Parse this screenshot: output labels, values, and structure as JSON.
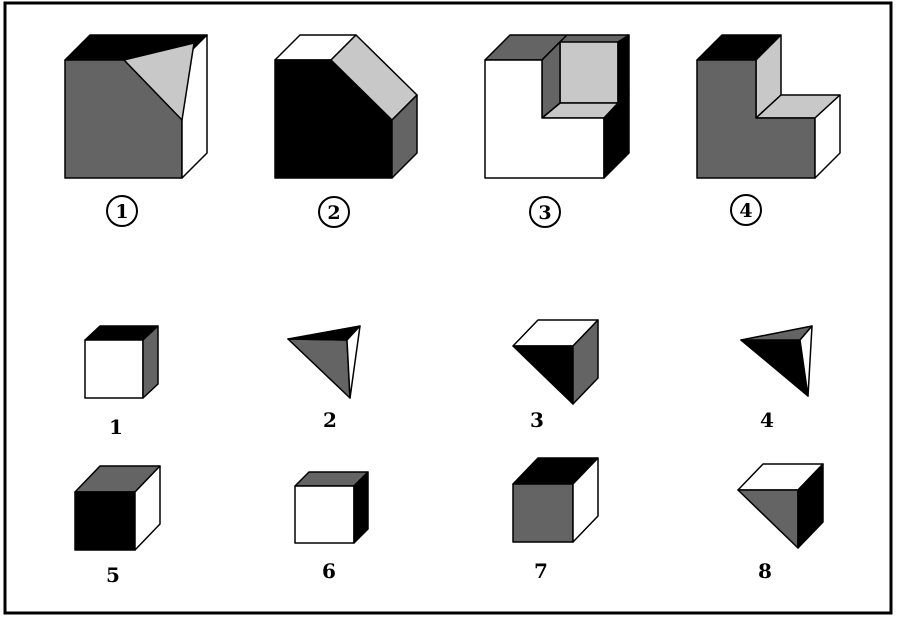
{
  "colors": {
    "frame": "#000000",
    "black": "#000000",
    "dark_gray": "#646464",
    "light_gray": "#c8c8c8",
    "white": "#ffffff"
  },
  "top_figures": [
    {
      "label": "1",
      "fill_colors": [
        "black",
        "dark_gray",
        "light_gray",
        "white"
      ]
    },
    {
      "label": "2",
      "fill_colors": [
        "white",
        "black",
        "light_gray",
        "dark_gray"
      ]
    },
    {
      "label": "3",
      "fill_colors": [
        "dark_gray",
        "white",
        "light_gray",
        "black"
      ]
    },
    {
      "label": "4",
      "fill_colors": [
        "black",
        "dark_gray",
        "light_gray",
        "white"
      ]
    }
  ],
  "pieces": [
    {
      "label": "1",
      "shape": "cube",
      "top": "black",
      "front": "white",
      "side": "dark_gray"
    },
    {
      "label": "2",
      "shape": "tetrahedron",
      "top": "black",
      "front": "dark_gray",
      "side": "white"
    },
    {
      "label": "3",
      "shape": "triangular-prism",
      "top": "white",
      "front": "black",
      "side": "dark_gray"
    },
    {
      "label": "4",
      "shape": "tetrahedron",
      "top": "dark_gray",
      "front": "black",
      "side": "white"
    },
    {
      "label": "5",
      "shape": "cube",
      "top": "dark_gray",
      "front": "black",
      "side": "white"
    },
    {
      "label": "6",
      "shape": "cube",
      "top": "dark_gray",
      "front": "white",
      "side": "black"
    },
    {
      "label": "7",
      "shape": "cube",
      "top": "black",
      "front": "dark_gray",
      "side": "white"
    },
    {
      "label": "8",
      "shape": "triangular-prism",
      "top": "white",
      "front": "dark_gray",
      "side": "black"
    }
  ]
}
